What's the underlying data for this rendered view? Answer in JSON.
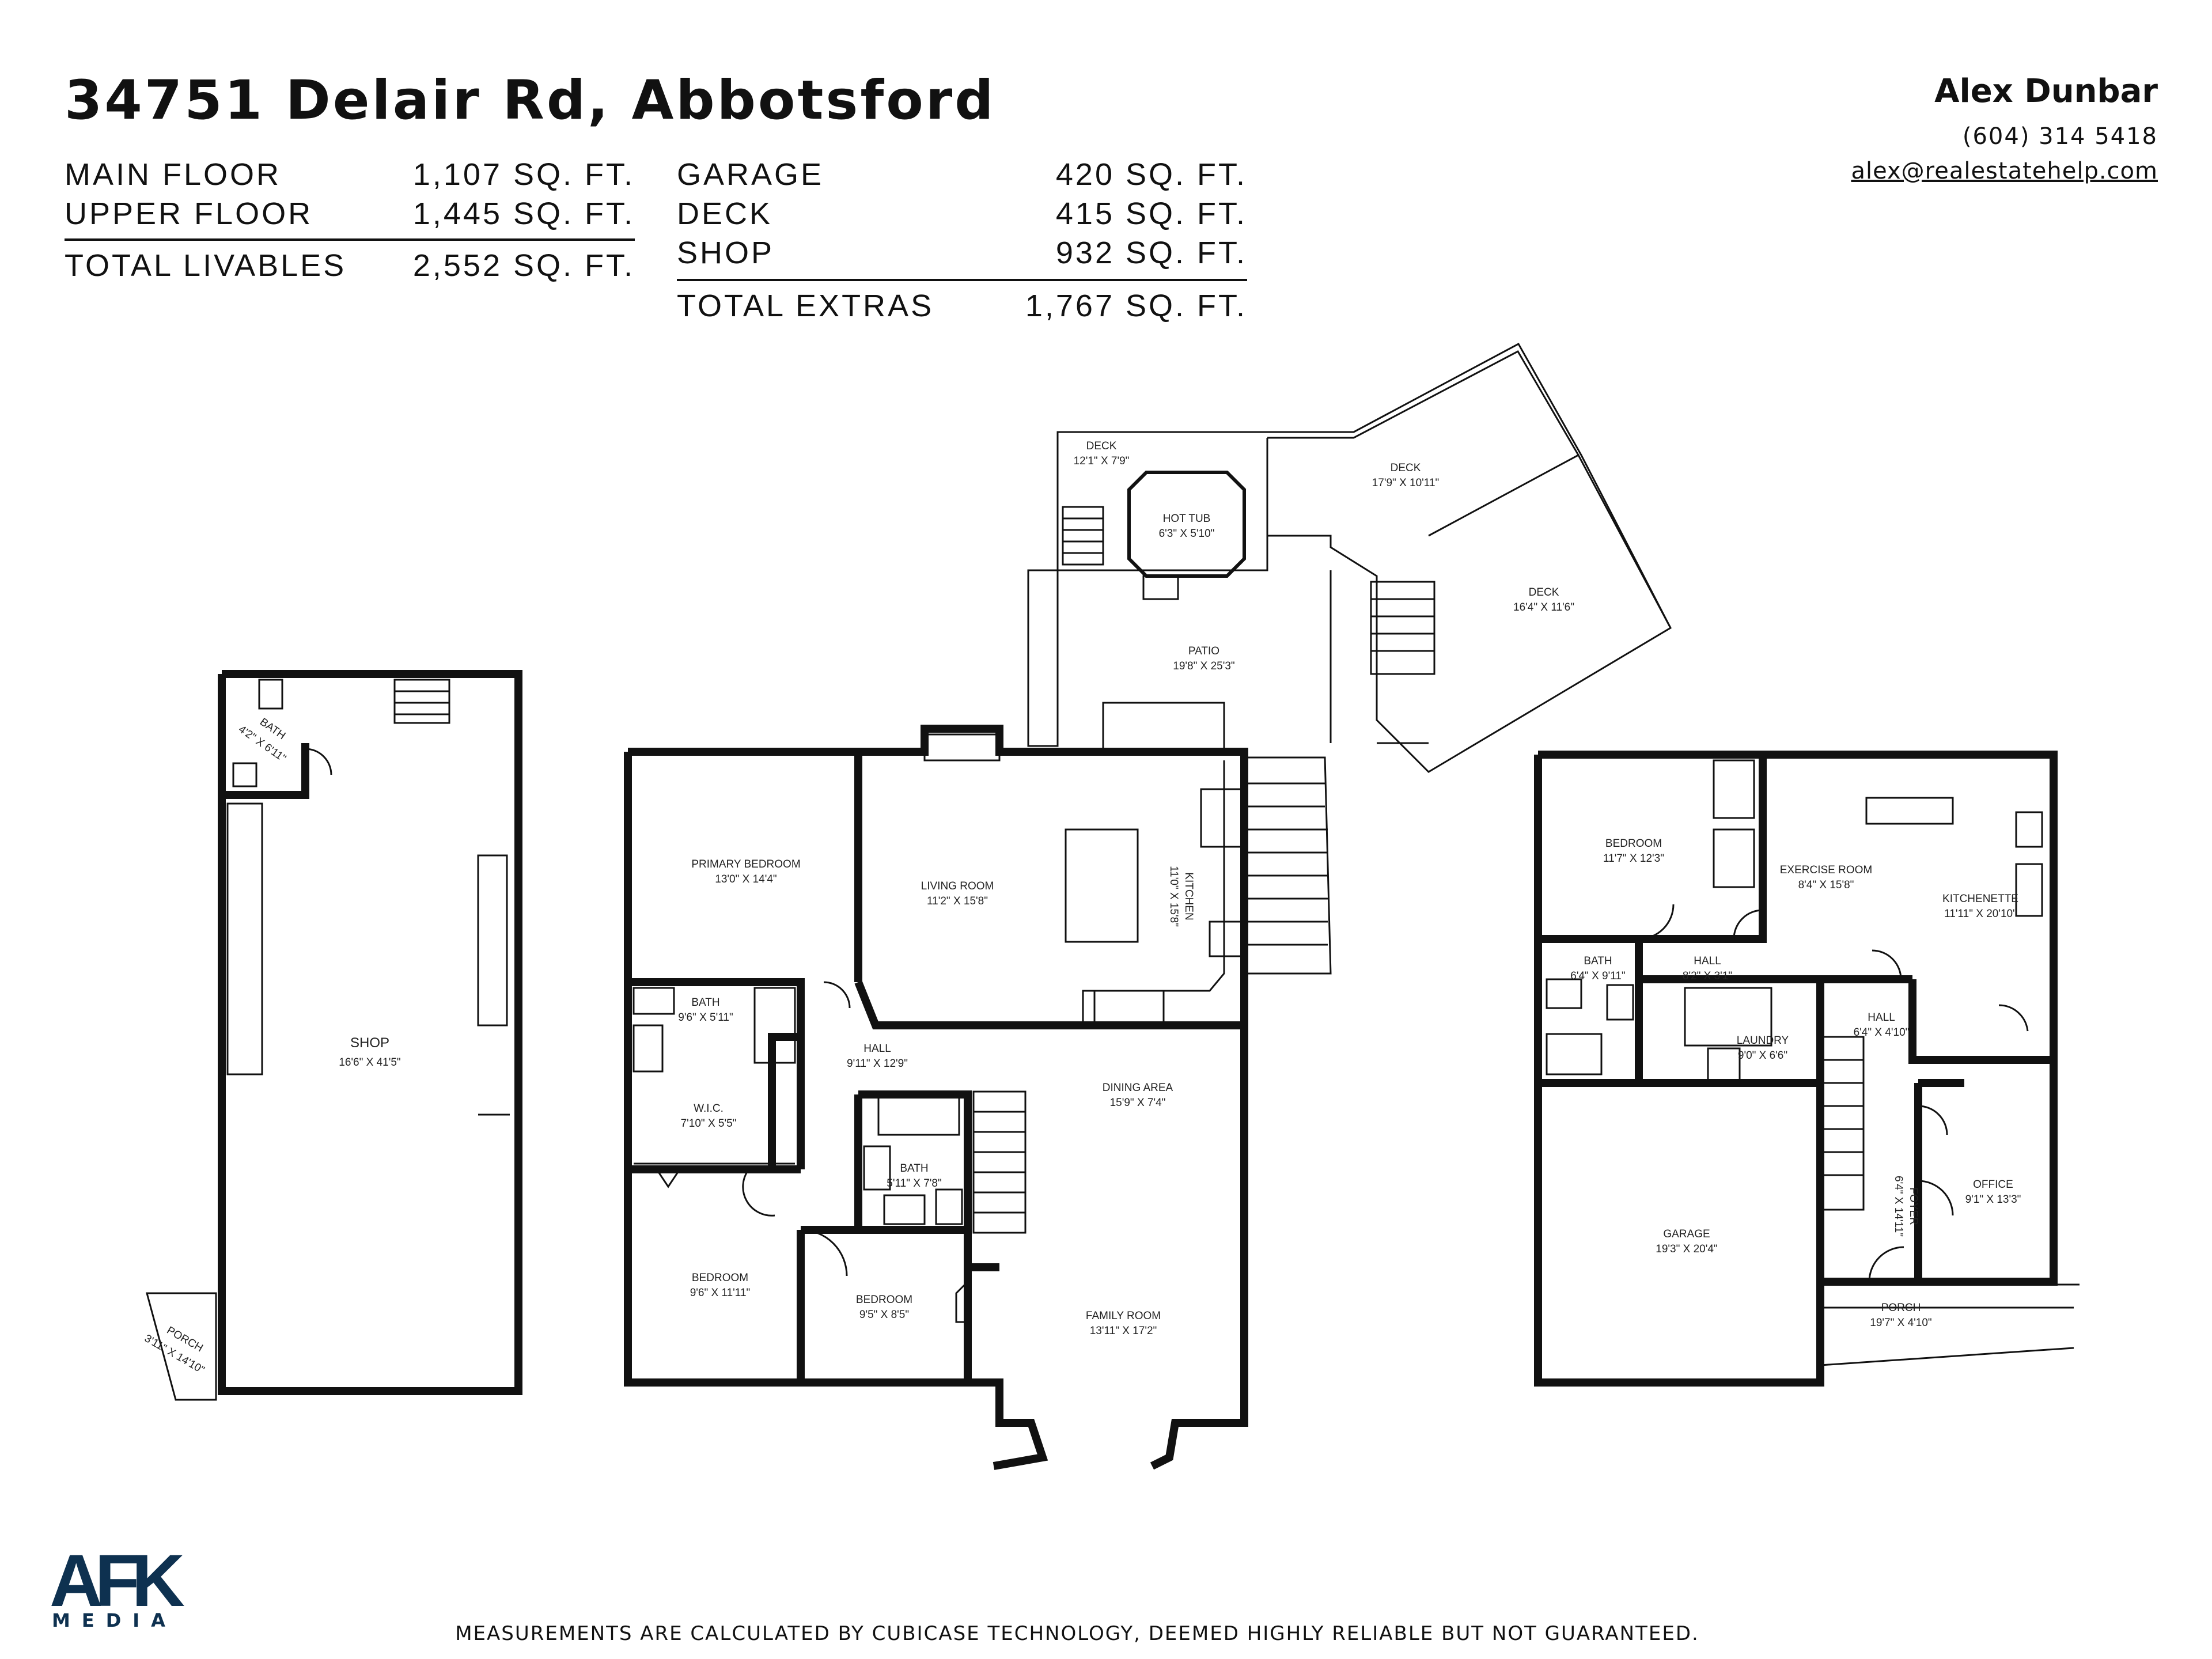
{
  "header": {
    "address": "34751 Delair Rd, Abbotsford"
  },
  "areas": {
    "livables": [
      {
        "label": "MAIN FLOOR",
        "value": "1,107 SQ. FT."
      },
      {
        "label": "UPPER FLOOR",
        "value": "1,445 SQ. FT."
      }
    ],
    "livables_total": {
      "label": "TOTAL LIVABLES",
      "value": "2,552 SQ. FT."
    },
    "extras": [
      {
        "label": "GARAGE",
        "value": "420 SQ. FT."
      },
      {
        "label": "DECK",
        "value": "415 SQ. FT."
      },
      {
        "label": "SHOP",
        "value": "932 SQ. FT."
      }
    ],
    "extras_total": {
      "label": "TOTAL EXTRAS",
      "value": "1,767 SQ. FT."
    }
  },
  "agent": {
    "name": "Alex Dunbar",
    "phone": "(604) 314 5418",
    "email": "alex@realestatehelp.com"
  },
  "rooms": {
    "deck_small": {
      "name": "DECK",
      "dims": "12'1\" X 7'9\""
    },
    "hot_tub": {
      "name": "HOT TUB",
      "dims": "6'3\" X 5'10\""
    },
    "deck_upper": {
      "name": "DECK",
      "dims": "17'9\" X 10'11\""
    },
    "deck_right": {
      "name": "DECK",
      "dims": "16'4\" X 11'6\""
    },
    "patio": {
      "name": "PATIO",
      "dims": "19'8\" X 25'3\""
    },
    "shop_bath": {
      "name": "BATH",
      "dims": "4'2\" X 6'11\""
    },
    "shop": {
      "name": "SHOP",
      "dims": "16'6\" X 41'5\""
    },
    "shop_porch": {
      "name": "PORCH",
      "dims": "3'11\" X 14'10\""
    },
    "primary_bedroom": {
      "name": "PRIMARY BEDROOM",
      "dims": "13'0\" X 14'4\""
    },
    "living_room": {
      "name": "LIVING ROOM",
      "dims": "11'2\" X 15'8\""
    },
    "kitchen": {
      "name": "KITCHEN",
      "dims": "11'0\" X 15'8\""
    },
    "bath_primary": {
      "name": "BATH",
      "dims": "9'6\" X 5'11\""
    },
    "hall_main": {
      "name": "HALL",
      "dims": "9'11\" X 12'9\""
    },
    "wic": {
      "name": "W.I.C.",
      "dims": "7'10\" X 5'5\""
    },
    "dining_area": {
      "name": "DINING AREA",
      "dims": "15'9\" X 7'4\""
    },
    "bath_main": {
      "name": "BATH",
      "dims": "5'11\" X 7'8\""
    },
    "bedroom_1": {
      "name": "BEDROOM",
      "dims": "9'6\" X 11'11\""
    },
    "bedroom_2": {
      "name": "BEDROOM",
      "dims": "9'5\" X 8'5\""
    },
    "family_room": {
      "name": "FAMILY ROOM",
      "dims": "13'11\" X 17'2\""
    },
    "bedroom_lower": {
      "name": "BEDROOM",
      "dims": "11'7\" X 12'3\""
    },
    "exercise_room": {
      "name": "EXERCISE ROOM",
      "dims": "8'4\" X 15'8\""
    },
    "kitchenette": {
      "name": "KITCHENETTE",
      "dims": "11'11\" X 20'10\""
    },
    "bath_lower": {
      "name": "BATH",
      "dims": "6'4\" X 9'11\""
    },
    "hall_lower": {
      "name": "HALL",
      "dims": "8'2\" X 3'1\""
    },
    "laundry": {
      "name": "LAUNDRY",
      "dims": "9'0\" X 6'6\""
    },
    "hall_small": {
      "name": "HALL",
      "dims": "6'4\" X 4'10\""
    },
    "garage": {
      "name": "GARAGE",
      "dims": "19'3\" X 20'4\""
    },
    "foyer": {
      "name": "FOYER",
      "dims": "6'4\" X 14'11\""
    },
    "office": {
      "name": "OFFICE",
      "dims": "9'1\" X 13'3\""
    },
    "porch_lower": {
      "name": "PORCH",
      "dims": "19'7\" X 4'10\""
    }
  },
  "branding": {
    "logo_text": "AFK",
    "logo_sub": "MEDIA",
    "brand_color": "#0e3150"
  },
  "footer": {
    "disclaimer": "MEASUREMENTS ARE CALCULATED BY CUBICASE TECHNOLOGY, DEEMED HIGHLY RELIABLE BUT NOT GUARANTEED."
  }
}
